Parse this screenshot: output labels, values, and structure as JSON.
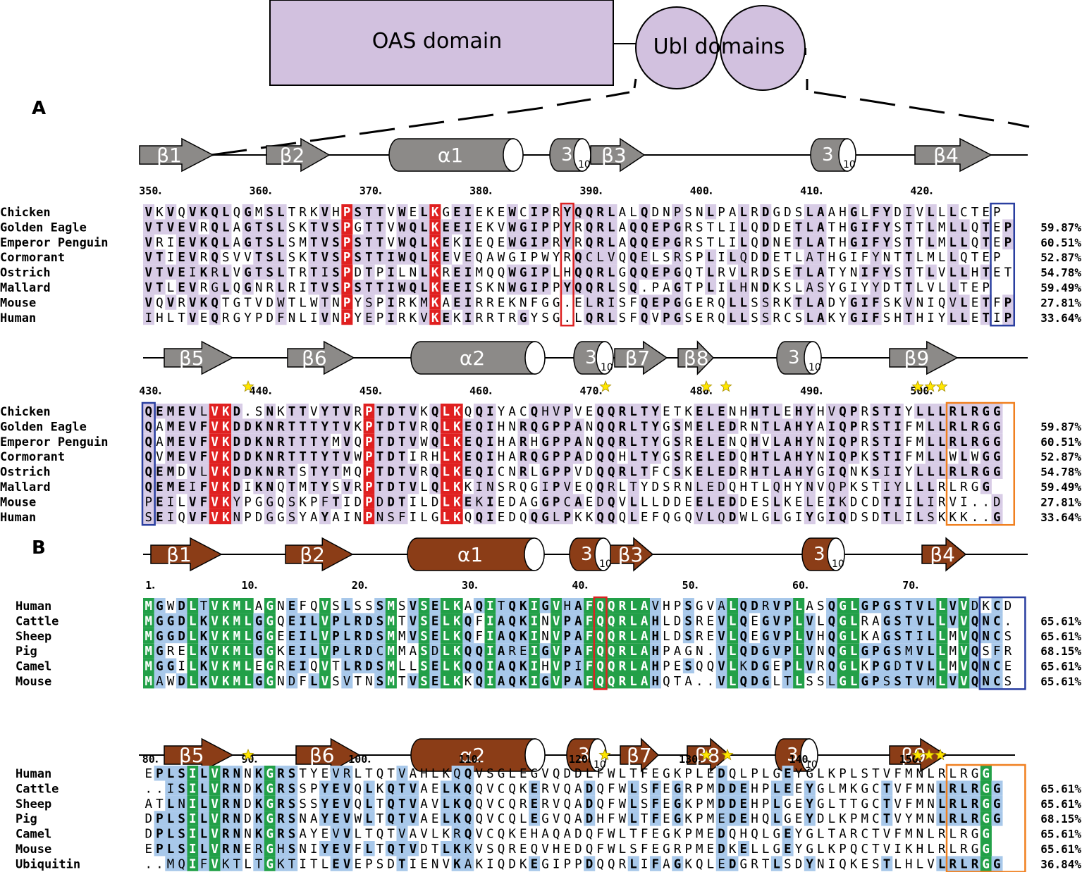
{
  "header": {
    "oas_label": "OAS domain",
    "ubl_label": "Ubl domains",
    "fill_color": "#d2c1df"
  },
  "panels": [
    {
      "letter": "A",
      "rows": [
        {
          "ss_color": "#8c8a88",
          "elements": [
            {
              "type": "strand",
              "label": "β1"
            },
            {
              "type": "strand",
              "label": "β2"
            },
            {
              "type": "helix",
              "label": "α1"
            },
            {
              "type": "helix310",
              "label": "3",
              "sub": "10"
            },
            {
              "type": "strand",
              "label": "β3"
            },
            {
              "type": "helix310",
              "label": "3",
              "sub": "10"
            },
            {
              "type": "strand",
              "label": "β4"
            }
          ],
          "ruler": [
            "350",
            "360",
            "370",
            "380",
            "390",
            "400",
            "410",
            "420"
          ],
          "sequences": [
            {
              "name": "Chicken",
              "seq": "VKVQVKQLQGMSLTRKVHPSTTVWELKGEIEKEWCIPRYQQRLALQDNPSNLPALRDGDSLAAHGLFYDIVLLLCTEP",
              "identity": ""
            },
            {
              "name": "Golden Eagle",
              "seq": "VTVEVRQLAGTSLSKTVSPGTTVWQLKEEIEKVWGIPPYRQRLAQQEPGRSTLILQDDETLATHGIFYSTTLMLLQTEP",
              "identity": "59.87%"
            },
            {
              "name": "Emperor Penguin",
              "seq": "VRIEVKQLAGTSLSMTVSPSTTVWQLKEKIEQEWGIPRYRQRLAQQEPGRSTLILQDNETLATHGIFYSTTLMLLQTEP",
              "identity": "60.51%"
            },
            {
              "name": "Cormorant",
              "seq": "VTIEVRQSVVTSLSKTVSPSTTIWQLKEVEQAWGIPWYRQCLVQQELSRSPLILQDDETLATHGIFYNTTLMLLQTEP",
              "identity": "52.87%"
            },
            {
              "name": "Ostrich",
              "seq": "VTVEIKRLVGTSLTRTISPDTPILNLKREIMQQWGIPLHQQRLGQQEPGQTLRVLRDSETLATYNIFYSTTLVLLHTET",
              "identity": "54.78%"
            },
            {
              "name": "Mallard",
              "seq": "VTLEVRGLQGNRLRITVSPSTTIWQLKEEISKNWGIPPYQQRLSQ.PAGTPLILHNDKSLASYGIYYDTTLVLLTEP",
              "identity": "59.49%"
            },
            {
              "name": "Mouse",
              "seq": "VQVRVKQTGTVDWTLWTNPYSPIRKMKAEIRREKNFGG.ELRISFQEPGGERQLLSSRKTLADYGIFSKVNIQVLETFP",
              "identity": "27.81%"
            },
            {
              "name": "Human",
              "seq": "IHLTVEQRGYPDFNLIVNPYEPIRKVKEKIRRTRGYSG.LQRLSFQVPGSERQLLSSRCSLAKYGIFSHTHIYLLETIP",
              "identity": "33.64%"
            }
          ]
        },
        {
          "ss_color": "#8c8a88",
          "elements": [
            {
              "type": "strand",
              "label": "β5"
            },
            {
              "type": "strand",
              "label": "β6"
            },
            {
              "type": "helix",
              "label": "α2"
            },
            {
              "type": "helix310",
              "label": "3",
              "sub": "10"
            },
            {
              "type": "strand",
              "label": "β7"
            },
            {
              "type": "strand",
              "label": "β8"
            },
            {
              "type": "helix310",
              "label": "3",
              "sub": "10"
            },
            {
              "type": "strand",
              "label": "β9"
            }
          ],
          "ruler": [
            "430",
            "440",
            "450",
            "460",
            "470",
            "480",
            "490",
            "500"
          ],
          "sequences": [
            {
              "name": "Chicken",
              "seq": "QEMEVLVKD.SNKTTVYTVRPTDTVKQLKQQIYACQHVPVEQQRLTYETKELENHHTLEHYHVQPRSTIYLLLRLRGG",
              "identity": ""
            },
            {
              "name": "Golden Eagle",
              "seq": "QAMEVFVKDDKNRTTTYTVKPTDTVRQLKEQIHNRQGPPANQQRLTYGSMELEDRNTLAHYAIQPRSTIFMLLRLRGG",
              "identity": "59.87%"
            },
            {
              "name": "Emperor Penguin",
              "seq": "QAMEVFVKDDKNRTTTYMVQPTDTVWQLKEQIHARHGPPANQQRLTYGSRELENQHVLAHYNIQPRSTIFMLLRLRGG",
              "identity": "60.51%"
            },
            {
              "name": "Cormorant",
              "seq": "QVMEVFVKDDKNRTTTYTVWPTDTIRHLKEQIHARQGPPADQQHLTYGSRELEDQHTLAHYNIQPKSTIFMLLWLWGG",
              "identity": "52.87%"
            },
            {
              "name": "Ostrich",
              "seq": "QEMDVLVKDDKNRTSTYTMQPTDTVRQLKEQICNRLGPPVDQQRLTFCSKELEDRHTLAHYGIQNKSIIYLLLRLRGG",
              "identity": "54.78%"
            },
            {
              "name": "Mallard",
              "seq": "QEMEIFVKDIKNQTMTYSVRPTDTVLQLKKINSRQGIPVEQQRLTYDSRNLEDQHTLQHYNVQPKSTIYLLLRLRGG",
              "identity": "59.49%"
            },
            {
              "name": "Mouse",
              "seq": "PEILVFVKYPGGQSKPFTIDPDDTILDLKEKIEDAGGPCAEDQVLLLDDEELEDDESLKELEIKDCDTIILIRVI..D",
              "identity": "27.81%"
            },
            {
              "name": "Human",
              "seq": "SEIQVFVKNPDGGSYAYAINPNSFILGLKQQIEDQQGLPKKQQQLEFQGQVLQDWLGLGIYGIQDSDTLILSKKK..G",
              "identity": "33.64%"
            }
          ]
        }
      ]
    },
    {
      "letter": "B",
      "rows": [
        {
          "ss_color": "#8b3d17",
          "elements": [
            {
              "type": "strand",
              "label": "β1"
            },
            {
              "type": "strand",
              "label": "β2"
            },
            {
              "type": "helix",
              "label": "α1"
            },
            {
              "type": "helix310",
              "label": "3",
              "sub": "10"
            },
            {
              "type": "strand",
              "label": "β3"
            },
            {
              "type": "helix310",
              "label": "3",
              "sub": "10"
            },
            {
              "type": "strand",
              "label": "β4"
            }
          ],
          "ruler": [
            "1",
            "10",
            "20",
            "30",
            "40",
            "50",
            "60",
            "70"
          ],
          "sequences": [
            {
              "name": "Human",
              "seq": "MGWDLTVKMLAGNEFQVSLSSSMSVSELKAQITQKIGVHAFQQRLAVHPSGVALQDRVPLASQGLGPGSTVLLVVDKCD",
              "identity": ""
            },
            {
              "name": "Cattle",
              "seq": "MGGDLKVKMLGGQEILVPLRDSMTVSELKQFIAQKINVPAFQQRLAHLDSREVLQEGVPLVLQGLRAGSTVLLVVQNC.",
              "identity": "65.61%"
            },
            {
              "name": "Sheep",
              "seq": "MGGDLKVKMLGGEEILVPLRDSMMVSELKQFIAQKINVPAFQQRLAHLDSREVLQEGVPLVHQGLKAGSTILLMVQNCS",
              "identity": "65.61%"
            },
            {
              "name": "Pig",
              "seq": "MGRELKVKMLGGKEILVPLRDCMMASDLKQQIAREIGVPAFQQRLAHPAGN.VLQDGVPLVNQGLGPGSMVLLMVQSFR",
              "identity": "68.15%"
            },
            {
              "name": "Camel",
              "seq": "MGGILKVKMLEGREIQVTLRDSMLLSELKQQIAQKIHVPIFQQRLAHPESQQVLKDGEPLVRQGLKPGDTVLLMVQNCE",
              "identity": "65.61%"
            },
            {
              "name": "Mouse",
              "seq": "MAWDLKVKMLGGNDFLVSVTNSMTVSELKKQIAQKIGVPAFQQRLAHQTA..VLQDGLTLSSLGLGPSSTVMLVVQNCS",
              "identity": "65.61%"
            }
          ]
        },
        {
          "ss_color": "#8b3d17",
          "elements": [
            {
              "type": "strand",
              "label": "β5"
            },
            {
              "type": "strand",
              "label": "β6"
            },
            {
              "type": "helix",
              "label": "α2"
            },
            {
              "type": "helix310",
              "label": "3",
              "sub": "10"
            },
            {
              "type": "strand",
              "label": "β7"
            },
            {
              "type": "strand",
              "label": "β8"
            },
            {
              "type": "helix310",
              "label": "3",
              "sub": "10"
            },
            {
              "type": "strand",
              "label": "β9"
            }
          ],
          "ruler": [
            "80",
            "90",
            "100",
            "110",
            "120",
            "130",
            "140",
            "150"
          ],
          "sequences": [
            {
              "name": "Human",
              "seq": "EPLSILVRNNKGRSTYEVRLTQTVAHLKQQVSGLEGVQDDLFWLTFEGKPLEDQLPLGEYGLKPLSTVFMNLRLRGG",
              "identity": ""
            },
            {
              "name": "Cattle",
              "seq": "..ISILVRNDKGRSSPYEVQLKQTVAELKQQVCQKERVQADQFWLSFEGRPMDDEHPLEEYGLMKGCTVFMNLRLRGG",
              "identity": "65.61%"
            },
            {
              "name": "Sheep",
              "seq": "ATLNILVRNDKGRSSSYEVQLTQTVAVLKQQVCQRERVQADQFWLSFEGKPMDDEHPLGEYGLTTGCTVFMNLRLRGG",
              "identity": "65.61%"
            },
            {
              "name": "Pig",
              "seq": "DPLSILVRNDKGRSNAYEVWLTQTVAELKQQVCQLEGVQADHFWLTFEGKPMEDEHQLGEYDLKPMCTVYMNLRLRGG",
              "identity": "68.15%"
            },
            {
              "name": "Camel",
              "seq": "DPLSILVRNNKGRSAYEVVLTQTVAVLKRQVCQKEHAQADQFWLTFEGKPMEDQHQLGEYGLTARCTVFMNLRLRGG",
              "identity": "65.61%"
            },
            {
              "name": "Mouse",
              "seq": "EPLSILVRNERGHSNIYEVFLTQTVDTLKKVSQREQVHEDQFWLSFEGRPMEDKELLGEYGLKPQCTVIKHLRLRGG",
              "identity": "65.61%"
            },
            {
              "name": "Ubiquitin",
              "seq": "..MQIFVKTLTGKTITLEVEPSDTIENVKAKIQDKEGIPPDQQRLIFAGKQLEDGRTLSDYNIQKESTLHLVLRLRGG",
              "identity": "36.84%"
            }
          ]
        }
      ]
    }
  ],
  "colors": {
    "A": {
      "strict": "#e02020",
      "similar": "#d8cce6",
      "boldcol": "#d8cce6"
    },
    "B": {
      "strict": "#22a048",
      "similar": "#a8c8ea",
      "boldcol": "#a8c8ea"
    },
    "box_red": "#d22",
    "box_blue": "#2a3fa0",
    "box_orange": "#f08020",
    "star": "#ffe600"
  }
}
